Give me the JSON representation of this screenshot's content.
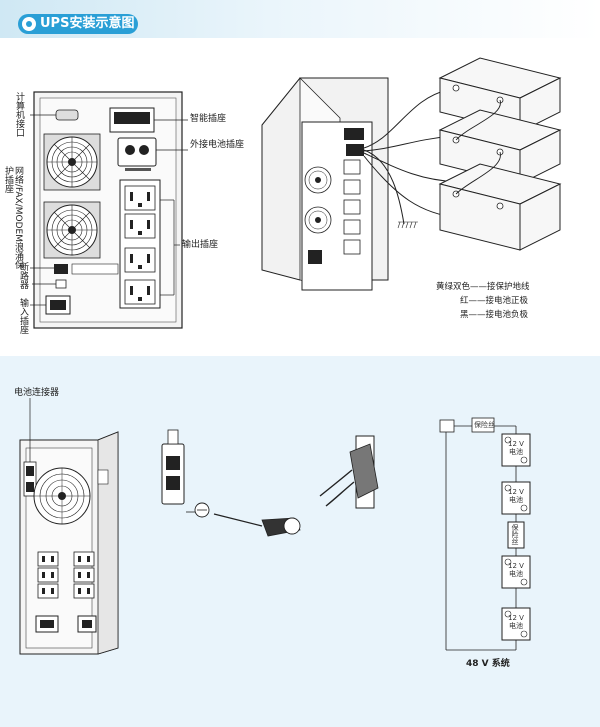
{
  "header": {
    "title": "UPS安装示意图"
  },
  "top_diagram": {
    "labels": {
      "computer_port": "计算机接口",
      "network_surge": "网络/FAX/MODEM浪涌保护插座",
      "breaker": "断路器",
      "input_socket": "输入插座",
      "smart_slot": "智能插座",
      "ext_battery": "外接电池插座",
      "output_sockets": "输出插座"
    },
    "legend": [
      {
        "color": "黄绿双色",
        "desc": "接保护地线"
      },
      {
        "color": "红",
        "desc": "接电池正极"
      },
      {
        "color": "黑",
        "desc": "接电池负极"
      }
    ],
    "legend_dash": "——"
  },
  "bottom_diagram": {
    "battery_connector_label": "电池连接器",
    "fuse_label": "保险丝",
    "battery_voltage": "12 V",
    "battery_word": "电池",
    "system_label": "48 V 系统"
  }
}
